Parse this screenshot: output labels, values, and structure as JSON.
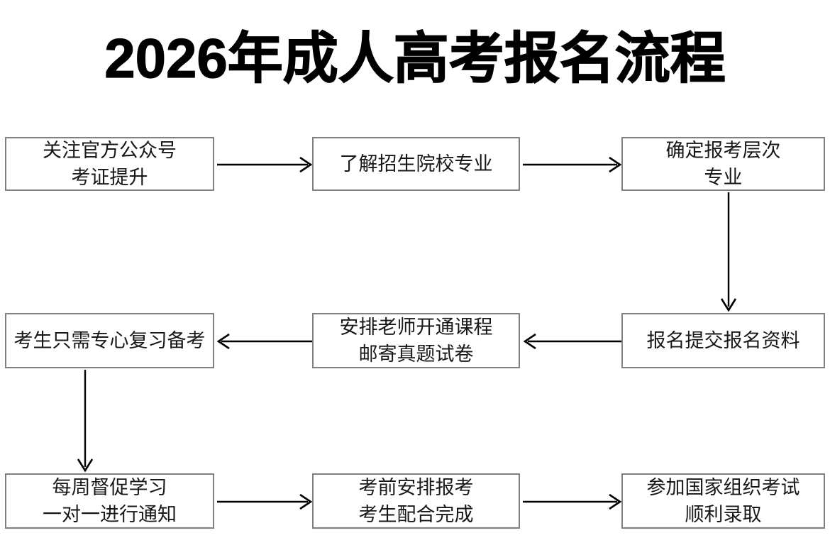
{
  "page": {
    "title": "2026年成人高考报名流程",
    "background_color": "#ffffff",
    "box_border_color": "#808080",
    "text_color": "#17181a",
    "arrow_color": "#000000"
  },
  "flowchart": {
    "type": "process-flow",
    "nodes": [
      {
        "id": "node-1",
        "name": "follow-official-account",
        "lines": [
          "关注官方公众号",
          "考证提升"
        ],
        "row": 1,
        "column": "left"
      },
      {
        "id": "node-2",
        "name": "learn-schools-majors",
        "lines": [
          "了解招生院校专业"
        ],
        "row": 1,
        "column": "middle"
      },
      {
        "id": "node-3",
        "name": "decide-level-major",
        "lines": [
          "确定报考层次",
          "专业"
        ],
        "row": 1,
        "column": "right"
      },
      {
        "id": "node-4",
        "name": "submit-application-materials",
        "lines": [
          "报名提交报名资料"
        ],
        "row": 2,
        "column": "right"
      },
      {
        "id": "node-5",
        "name": "teacher-opens-course",
        "lines": [
          "安排老师开通课程",
          "邮寄真题试卷"
        ],
        "row": 2,
        "column": "middle"
      },
      {
        "id": "node-6",
        "name": "candidate-focus-review",
        "lines": [
          "考生只需专心复习备考"
        ],
        "row": 2,
        "column": "left"
      },
      {
        "id": "node-7",
        "name": "weekly-study-supervision",
        "lines": [
          "每周督促学习",
          "一对一进行通知"
        ],
        "row": 3,
        "column": "left"
      },
      {
        "id": "node-8",
        "name": "pre-exam-registration",
        "lines": [
          "考前安排报考",
          "考生配合完成"
        ],
        "row": 3,
        "column": "middle"
      },
      {
        "id": "node-9",
        "name": "take-national-exam",
        "lines": [
          "参加国家组织考试",
          "顺利录取"
        ],
        "row": 3,
        "column": "right"
      }
    ],
    "edges": [
      {
        "id": "edge-1",
        "name": "arrow-node1-to-node2",
        "from": "node-1",
        "to": "node-2",
        "direction": "right"
      },
      {
        "id": "edge-2",
        "name": "arrow-node2-to-node3",
        "from": "node-2",
        "to": "node-3",
        "direction": "right"
      },
      {
        "id": "edge-3",
        "name": "arrow-node3-to-node4",
        "from": "node-3",
        "to": "node-4",
        "direction": "down"
      },
      {
        "id": "edge-4",
        "name": "arrow-node4-to-node5",
        "from": "node-4",
        "to": "node-5",
        "direction": "left"
      },
      {
        "id": "edge-5",
        "name": "arrow-node5-to-node6",
        "from": "node-5",
        "to": "node-6",
        "direction": "left"
      },
      {
        "id": "edge-6",
        "name": "arrow-node6-to-node7",
        "from": "node-6",
        "to": "node-7",
        "direction": "down"
      },
      {
        "id": "edge-7",
        "name": "arrow-node7-to-node8",
        "from": "node-7",
        "to": "node-8",
        "direction": "right"
      },
      {
        "id": "edge-8",
        "name": "arrow-node8-to-node9",
        "from": "node-8",
        "to": "node-9",
        "direction": "right"
      }
    ]
  }
}
